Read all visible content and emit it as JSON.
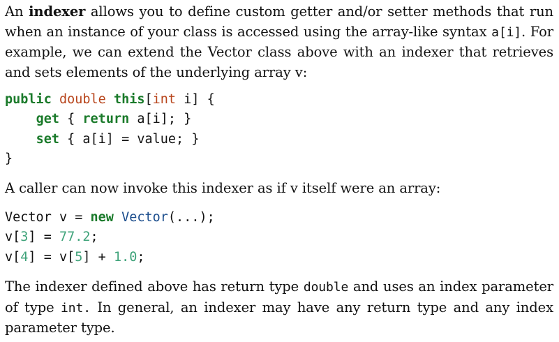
{
  "intro": {
    "t1": "An ",
    "term": "indexer",
    "t2": " allows you to define custom getter and/or setter methods that run when an instance of your class is accessed using the array-like syntax ",
    "code_syntax": "a[i]",
    "t3": ". For example, we can extend the Vector class above with an indexer that retrieves and sets elements of the underlying array v:"
  },
  "code1": {
    "l1_kw1": "public",
    "l1_ty1": "double",
    "l1_kw2": "this",
    "l1_p1": "[",
    "l1_ty2": "int",
    "l1_p2": " i] {",
    "l2_indent": "    ",
    "l2_kw1": "get",
    "l2_p1": " { ",
    "l2_kw2": "return",
    "l2_p2": " a[i]; }",
    "l3_indent": "    ",
    "l3_kw1": "set",
    "l3_p1": " { a[i] = value; }",
    "l4": "}"
  },
  "caller": {
    "text": "A caller can now invoke this indexer as if v itself were an array:"
  },
  "code2": {
    "l1_p1": "Vector v = ",
    "l1_kw": "new",
    "l1_cls": "Vector",
    "l1_p2": "(...);",
    "l2_p1": "v[",
    "l2_n1": "3",
    "l2_p2": "] = ",
    "l2_n2": "77.2",
    "l2_p3": ";",
    "l3_p1": "v[",
    "l3_n1": "4",
    "l3_p2": "] = v[",
    "l3_n2": "5",
    "l3_p3": "] + ",
    "l3_n3": "1.0",
    "l3_p4": ";"
  },
  "summary": {
    "t1": "The indexer defined above has return type ",
    "code_double": "double",
    "t2": " and uses an index parameter of type ",
    "code_int": "int.",
    "t3": " In general, an indexer may have any return type and any index parameter type."
  }
}
